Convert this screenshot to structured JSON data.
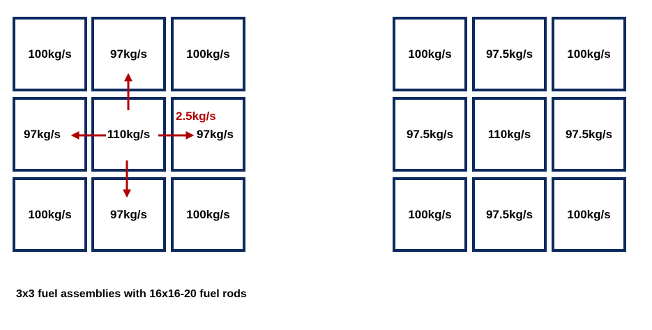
{
  "colors": {
    "border": "#0d2a5e",
    "arrow": "#b00000",
    "text": "#000000"
  },
  "left_grid": {
    "cells": [
      [
        "100kg/s",
        "97kg/s",
        "100kg/s"
      ],
      [
        "97kg/s",
        "110kg/s",
        "97kg/s"
      ],
      [
        "100kg/s",
        "97kg/s",
        "100kg/s"
      ]
    ],
    "flow_label": "2.5kg/s"
  },
  "right_grid": {
    "cells": [
      [
        "100kg/s",
        "97.5kg/s",
        "100kg/s"
      ],
      [
        "97.5kg/s",
        "110kg/s",
        "97.5kg/s"
      ],
      [
        "100kg/s",
        "97.5kg/s",
        "100kg/s"
      ]
    ]
  },
  "caption": "3x3 fuel assemblies with 16x16-20 fuel rods"
}
